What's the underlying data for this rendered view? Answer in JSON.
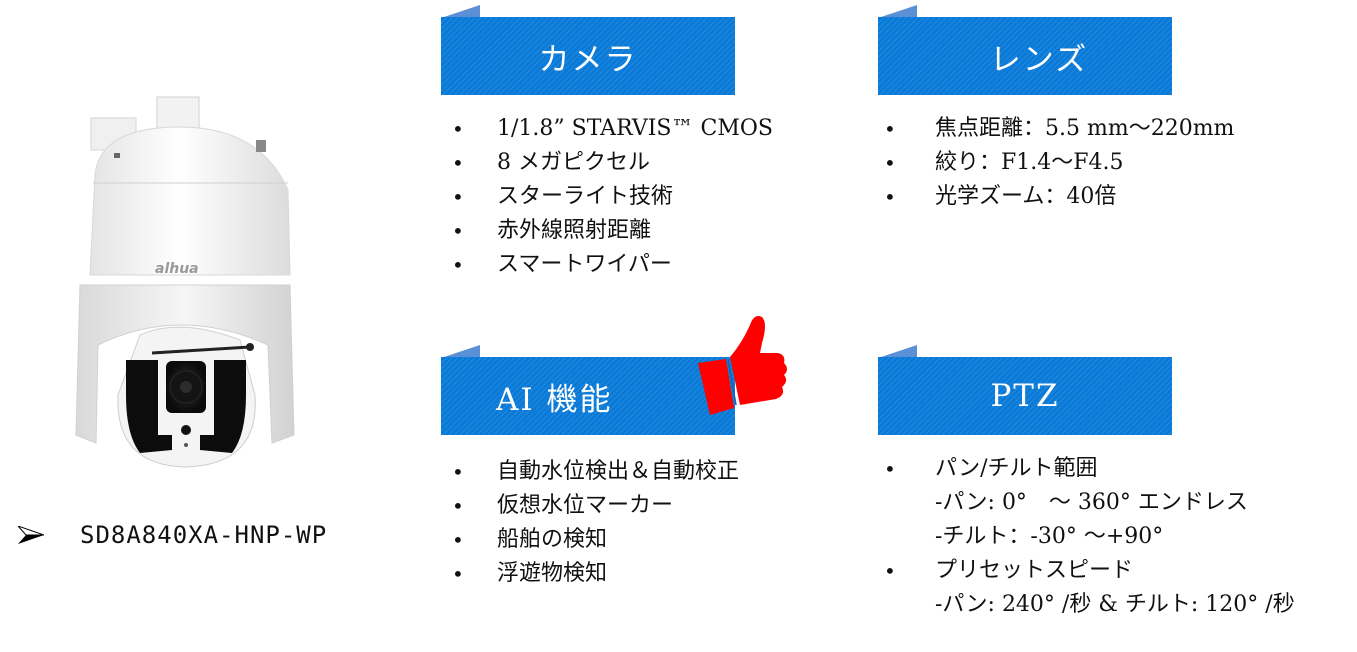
{
  "product": {
    "image_label": "PTZ dome camera product photo",
    "brand_mark": "alhua",
    "model_marker": "arrow-bullet",
    "model_name": "SD8A840XA-HNP-WP"
  },
  "theme": {
    "banner_color": "#0a7ad8",
    "banner_tab_color": "#5b8fd6",
    "thumb_color": "#ff0000"
  },
  "sections": {
    "camera": {
      "title": "カメラ",
      "items": [
        "1/1.8” STARVIS™ CMOS",
        "8 メガピクセル",
        "スターライト技術",
        "赤外線照射距離",
        "スマートワイパー"
      ]
    },
    "lens": {
      "title": "レンズ",
      "items": [
        "焦点距離：5.5 mm～220mm",
        "絞り：F1.4～F4.5",
        "光学ズーム：40倍"
      ]
    },
    "ai": {
      "title": "AI 機能",
      "items": [
        "自動水位検出＆自動校正",
        "仮想水位マーカー",
        "船舶の検知",
        "浮遊物検知"
      ]
    },
    "ptz": {
      "title": "PTZ",
      "items": [
        {
          "label": "パン/チルト範囲",
          "sub": [
            "-パン: 0°　～ 360° エンドレス",
            "-チルト：-30° ～+90°"
          ]
        },
        {
          "label": "プリセットスピード",
          "sub": [
            "-パン: 240° /秒 & チルト: 120° /秒"
          ]
        }
      ]
    }
  },
  "bullet_glyph": "•"
}
